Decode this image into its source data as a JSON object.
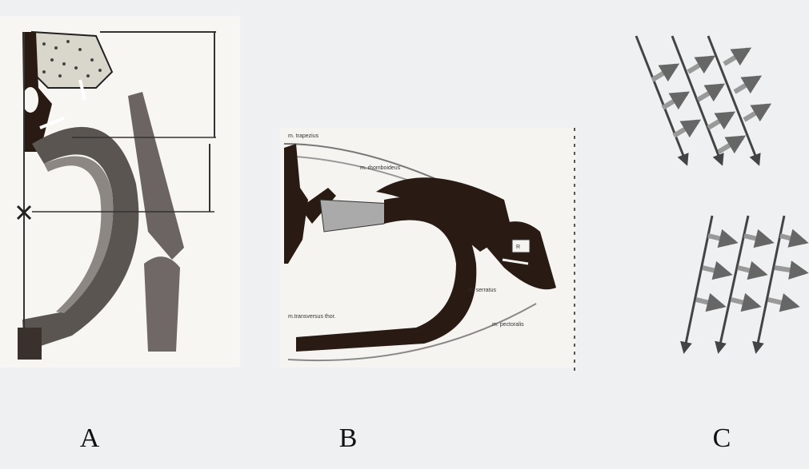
{
  "panel_letters": {
    "a": "A",
    "b": "B",
    "c": "C"
  },
  "panel_b_labels": {
    "trapezius": "m. trapezius",
    "rhomboideus": "m. rhomboideus",
    "serratus": "m. serratus",
    "pectoralis": "m. pectoralis",
    "transversus": "m.transversus thor.",
    "box": "R"
  },
  "colors": {
    "bone": "#2a1a14",
    "cartilage": "#aaaaaa",
    "line": "#555555",
    "background": "#eef0f1"
  }
}
